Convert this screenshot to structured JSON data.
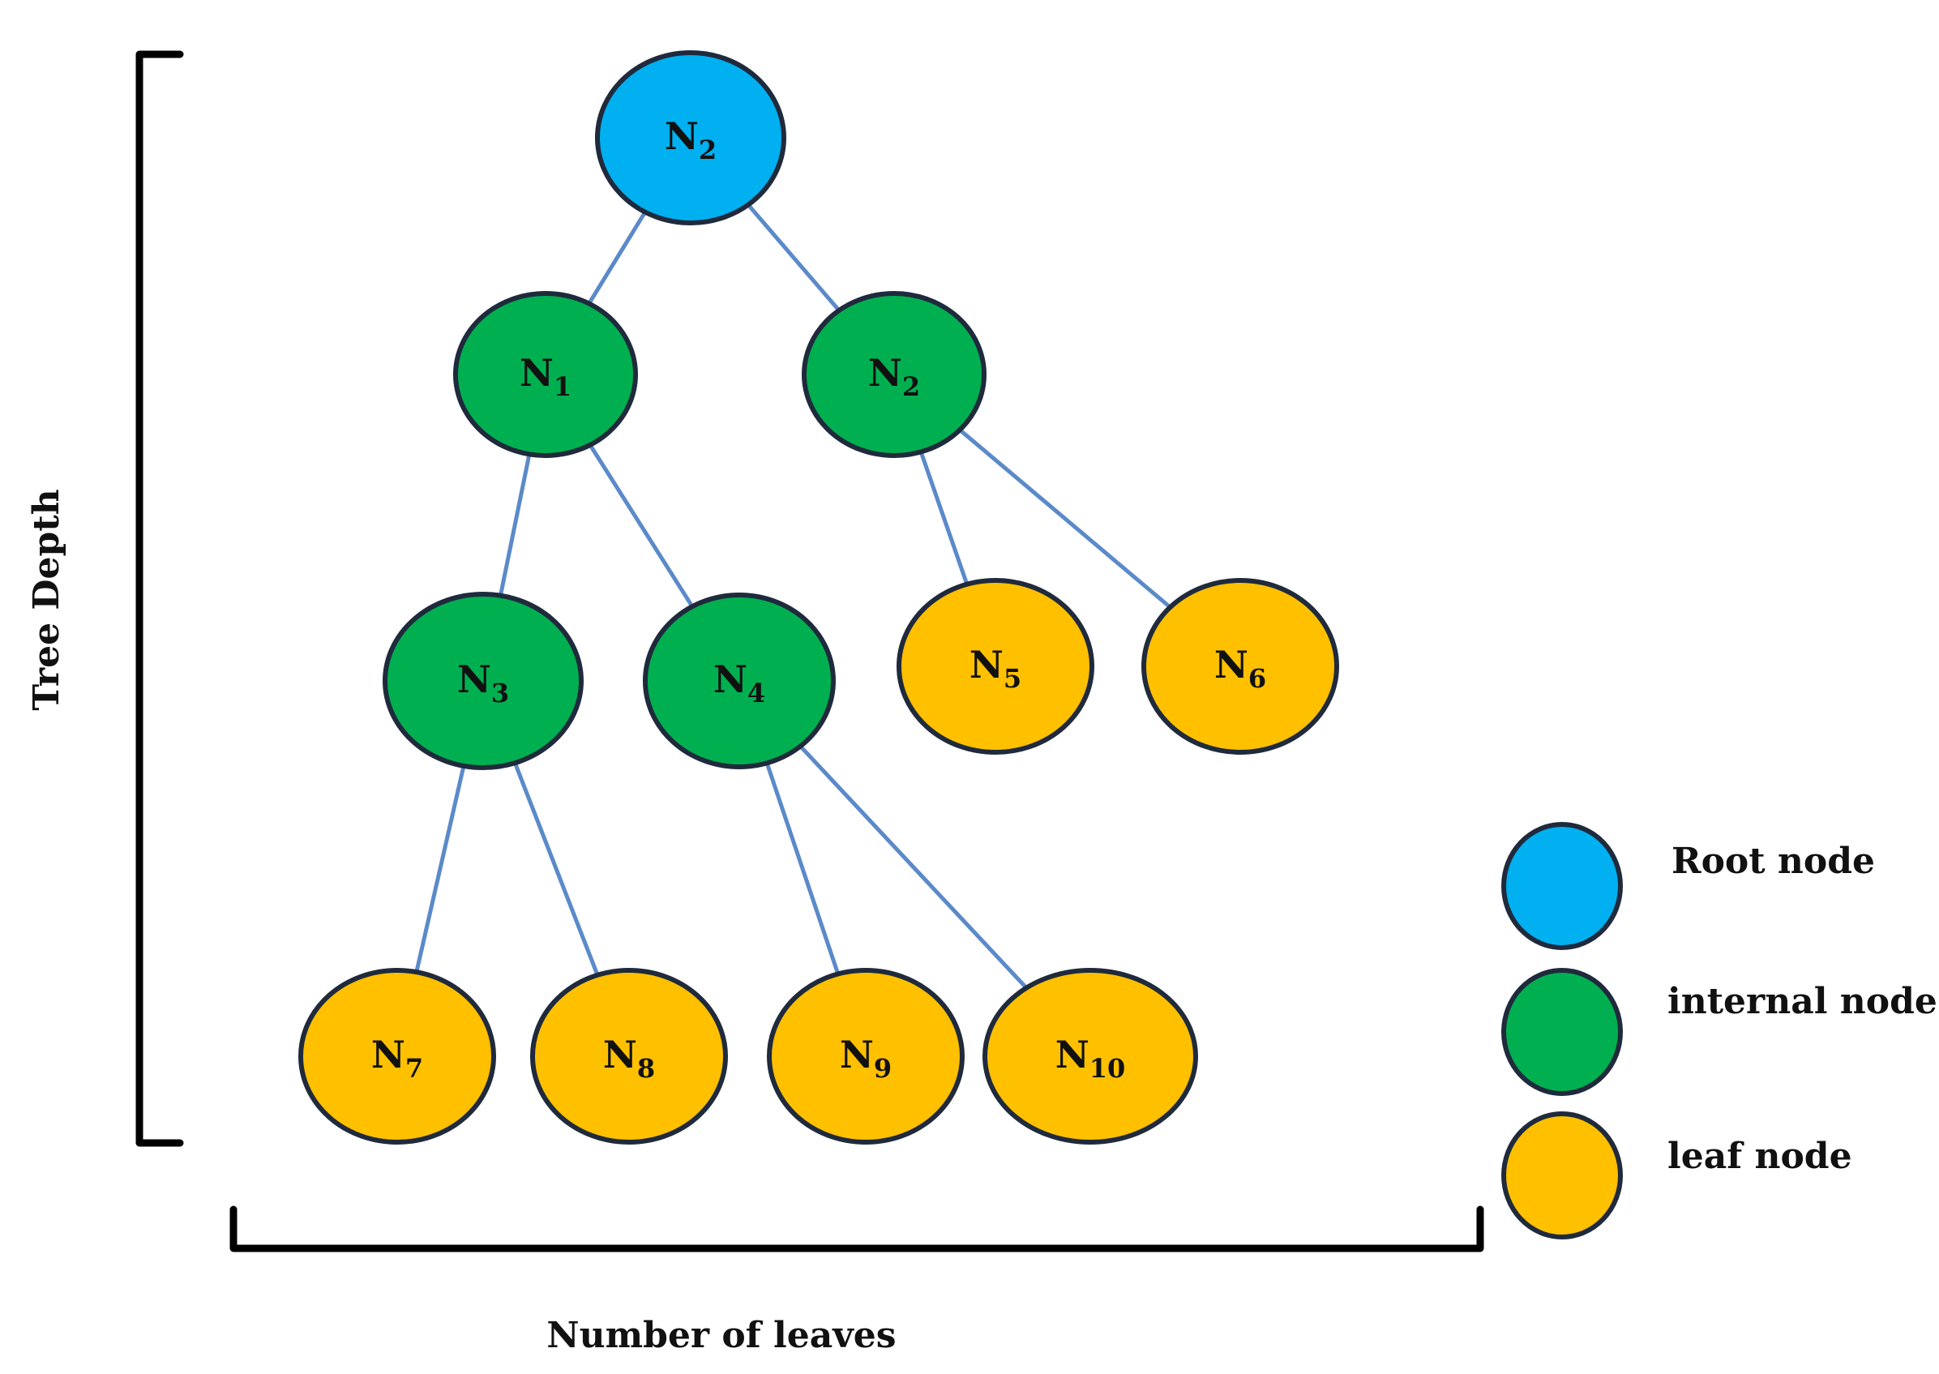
{
  "colors": {
    "root": "#00b0f0",
    "internal": "#00b050",
    "leaf": "#ffc000",
    "edge": "#5b8ac9",
    "outline": "#1f2a3c"
  },
  "nodes": [
    {
      "id": "root",
      "label": "N",
      "sub": "2",
      "kind": "root"
    },
    {
      "id": "n1",
      "label": "N",
      "sub": "1",
      "kind": "internal"
    },
    {
      "id": "n2",
      "label": "N",
      "sub": "2",
      "kind": "internal"
    },
    {
      "id": "n3",
      "label": "N",
      "sub": "3",
      "kind": "internal"
    },
    {
      "id": "n4",
      "label": "N",
      "sub": "4",
      "kind": "internal"
    },
    {
      "id": "n5",
      "label": "N",
      "sub": "5",
      "kind": "leaf"
    },
    {
      "id": "n6",
      "label": "N",
      "sub": "6",
      "kind": "leaf"
    },
    {
      "id": "n7",
      "label": "N",
      "sub": "7",
      "kind": "leaf"
    },
    {
      "id": "n8",
      "label": "N",
      "sub": "8",
      "kind": "leaf"
    },
    {
      "id": "n9",
      "label": "N",
      "sub": "9",
      "kind": "leaf"
    },
    {
      "id": "n10",
      "label": "N",
      "sub": "10",
      "kind": "leaf"
    }
  ],
  "edges": [
    [
      "root",
      "n1"
    ],
    [
      "root",
      "n2"
    ],
    [
      "n1",
      "n3"
    ],
    [
      "n1",
      "n4"
    ],
    [
      "n2",
      "n5"
    ],
    [
      "n2",
      "n6"
    ],
    [
      "n3",
      "n7"
    ],
    [
      "n3",
      "n8"
    ],
    [
      "n4",
      "n9"
    ],
    [
      "n4",
      "n10"
    ]
  ],
  "axis": {
    "vertical_label": "Tree Depth",
    "horizontal_label": "Number of leaves"
  },
  "legend": {
    "root": "Root node",
    "internal": "internal node",
    "leaf": "leaf node"
  }
}
